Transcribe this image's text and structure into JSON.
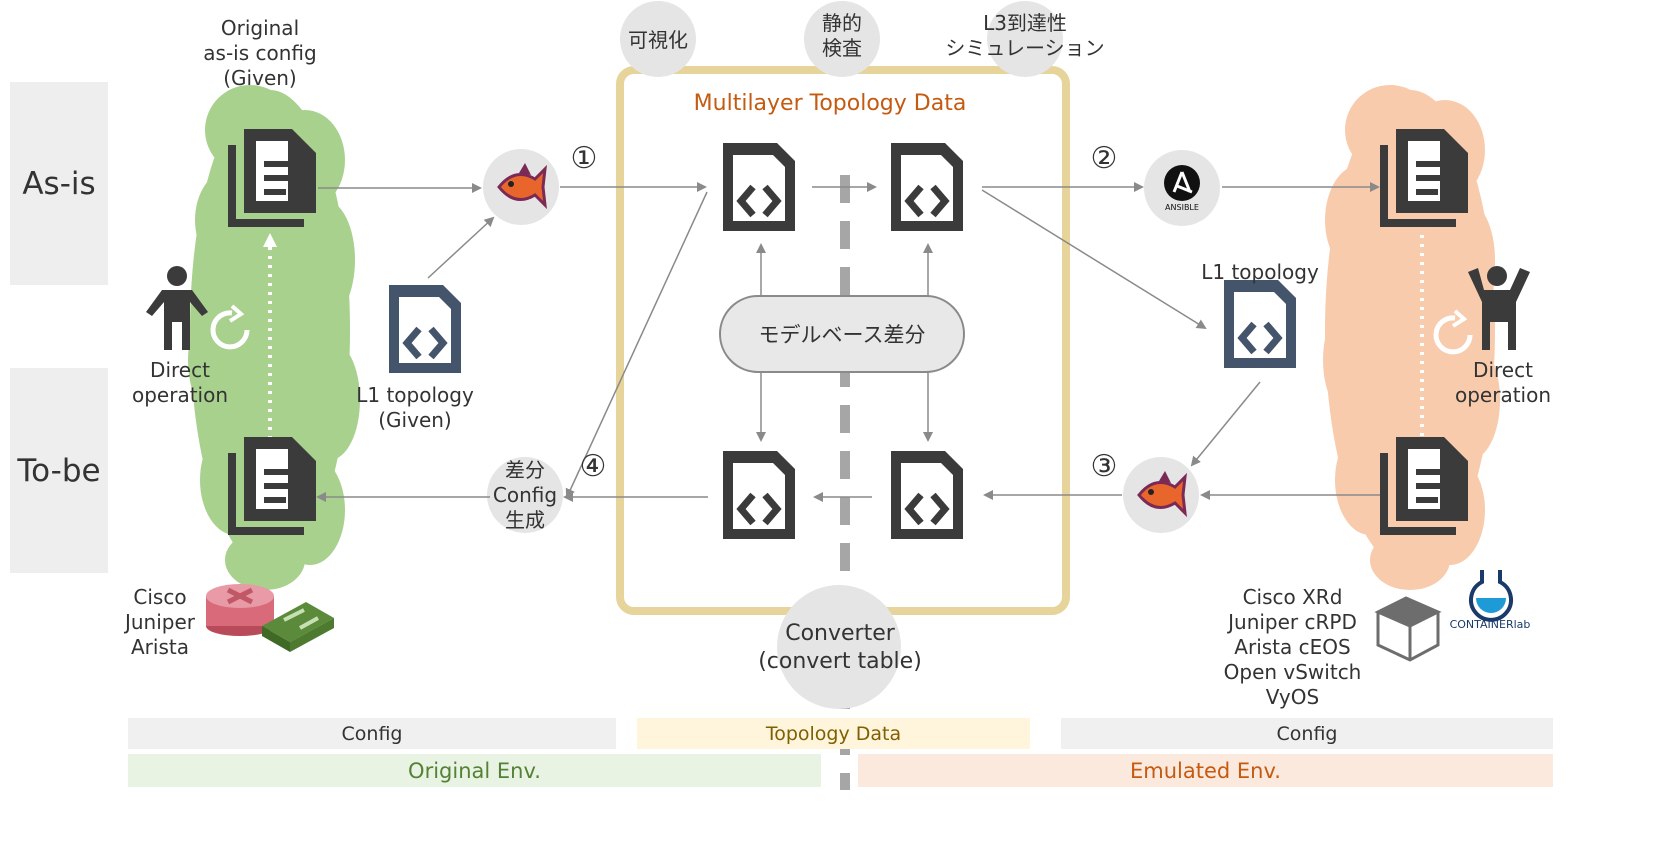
{
  "rows": {
    "asis": "As-is",
    "tobe": "To-be"
  },
  "left": {
    "original_config": "Original\nas-is config\n(Given)",
    "l1_topology_given": "L1 topology\n(Given)",
    "direct_operation": "Direct\noperation",
    "vendors": "Cisco\nJuniper\nArista"
  },
  "center": {
    "box_title": "Multilayer Topology Data",
    "visualize": "可視化",
    "static_check": "静的\n検査",
    "l3_sim": "L3到達性\nシミュレーション",
    "model_diff": "モデルベース差分",
    "diff_config": "差分\nConfig\n生成",
    "converter": "Converter\n(convert table)"
  },
  "steps": {
    "s1": "①",
    "s2": "②",
    "s3": "③",
    "s4": "④"
  },
  "right": {
    "l1_topology": "L1 topology",
    "direct_operation": "Direct\noperation",
    "platforms": "Cisco XRd\nJuniper cRPD\nArista cEOS\nOpen vSwitch\nVyOS",
    "containerlab": "CONTAINERlab",
    "ansible": "ANSIBLE"
  },
  "bottom": {
    "config_left": "Config",
    "topology_data": "Topology Data",
    "config_right": "Config",
    "original_env": "Original Env.",
    "emulated_env": "Emulated Env."
  },
  "colors": {
    "green_cloud": "#a9d18e",
    "orange_cloud": "#f8cbad",
    "tan_border": "#e6d49a",
    "orange_text": "#c55a11",
    "green_text": "#548235",
    "olive_text": "#7f6000",
    "icon_dark": "#3b3b3b",
    "icon_blue": "#44546a"
  }
}
